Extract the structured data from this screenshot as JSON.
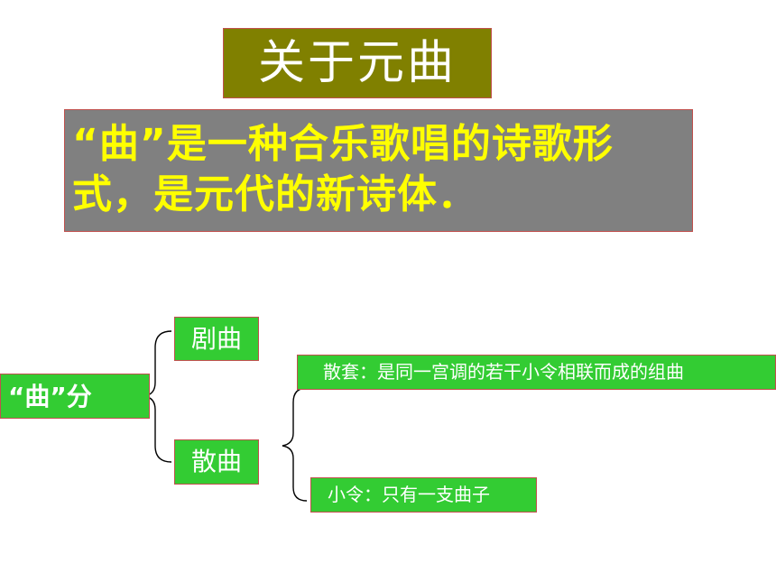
{
  "slide": {
    "title": "关于元曲",
    "definition": "“曲”是一种合乐歌唱的诗歌形式，是元代的新诗体．",
    "tree": {
      "root": "“曲”分",
      "drama": "剧曲",
      "sanqu": "散曲",
      "santao": "散套：是同一宫调的若干小令相联而成的组曲",
      "xiaoling": "小令：只有一支曲子"
    },
    "colors": {
      "title_bg": "#808000",
      "definition_bg": "#808080",
      "definition_text": "#ffff00",
      "node_bg": "#33cc33",
      "border": "#c0504d"
    }
  }
}
